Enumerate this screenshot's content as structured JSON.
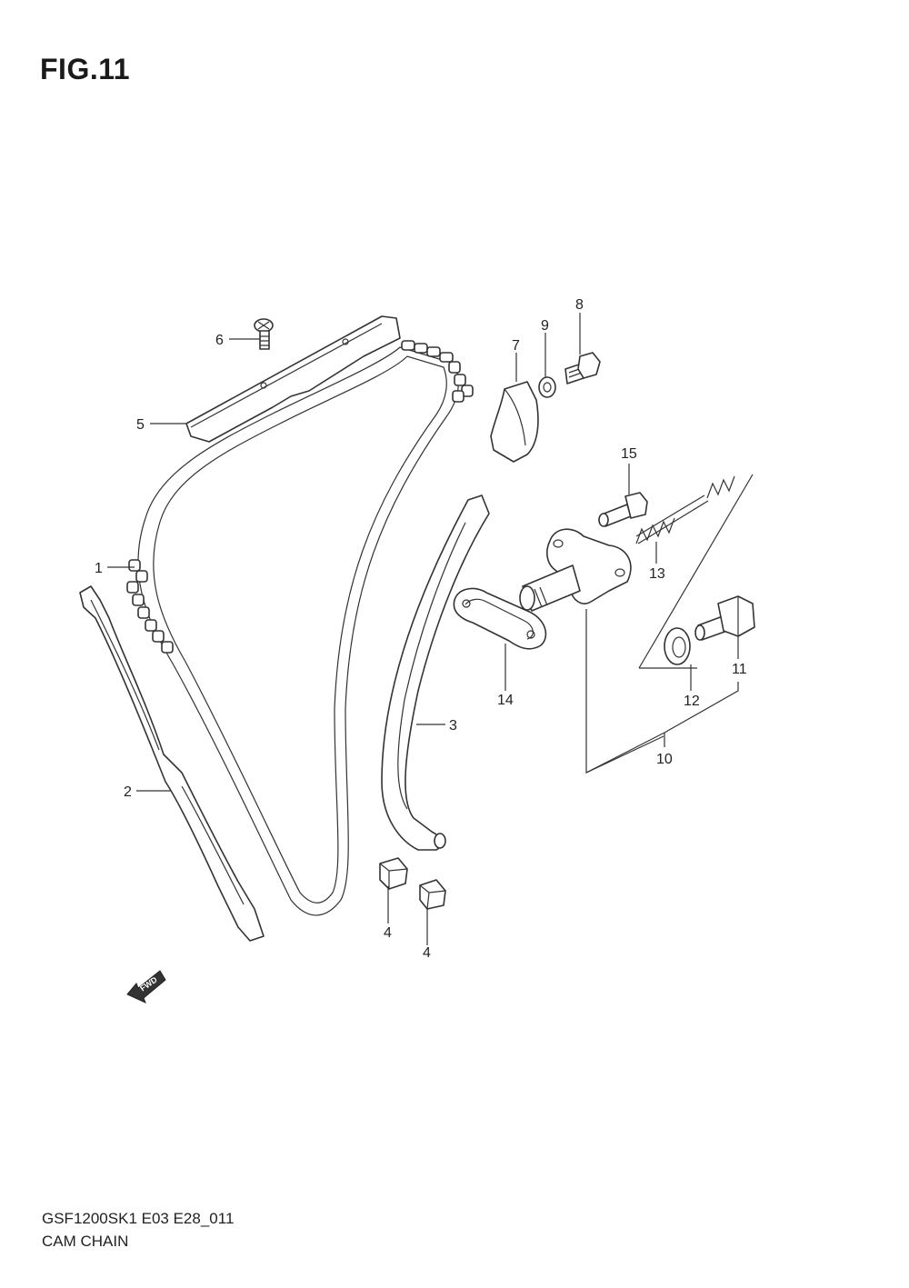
{
  "figure": {
    "title": "FIG.11"
  },
  "footer": {
    "model_code": "GSF1200SK1 E03 E28_011",
    "name": "CAM CHAIN"
  },
  "fwd_label": "FWD",
  "callouts": {
    "c1": "1",
    "c2": "2",
    "c3": "3",
    "c4a": "4",
    "c4b": "4",
    "c5": "5",
    "c6": "6",
    "c7": "7",
    "c8": "8",
    "c9": "9",
    "c10": "10",
    "c11": "11",
    "c12": "12",
    "c13": "13",
    "c14": "14",
    "c15": "15"
  }
}
